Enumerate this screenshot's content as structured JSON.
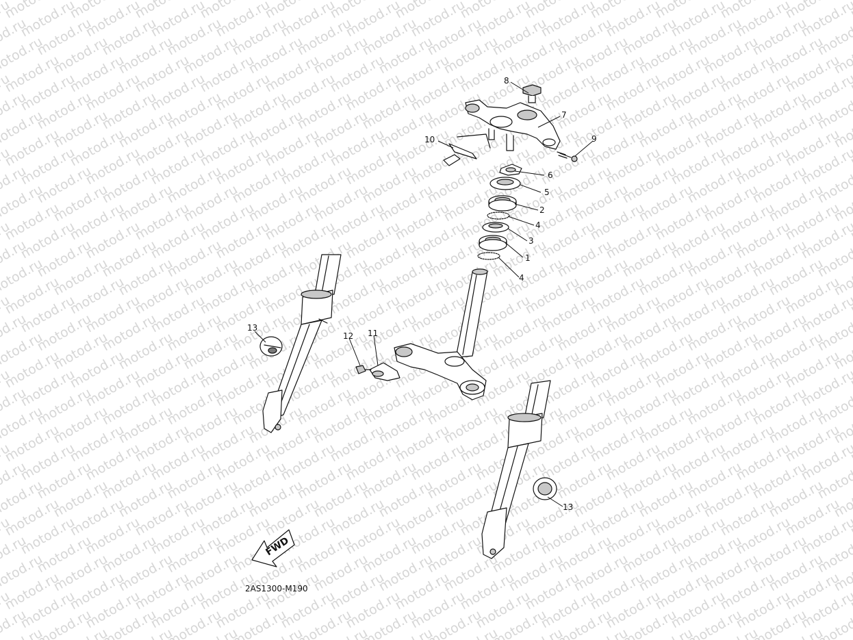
{
  "diagram": {
    "watermark_text": "motod.ru",
    "drawing_code": "2AS1300-M190",
    "direction_label": "FWD",
    "callouts": [
      "1",
      "2",
      "3",
      "4",
      "5",
      "6",
      "7",
      "8",
      "9",
      "10",
      "11",
      "12",
      "13"
    ],
    "colors": {
      "line": "#111111",
      "watermark": "#d6d6d6",
      "shade": "#c8c8c8"
    }
  }
}
